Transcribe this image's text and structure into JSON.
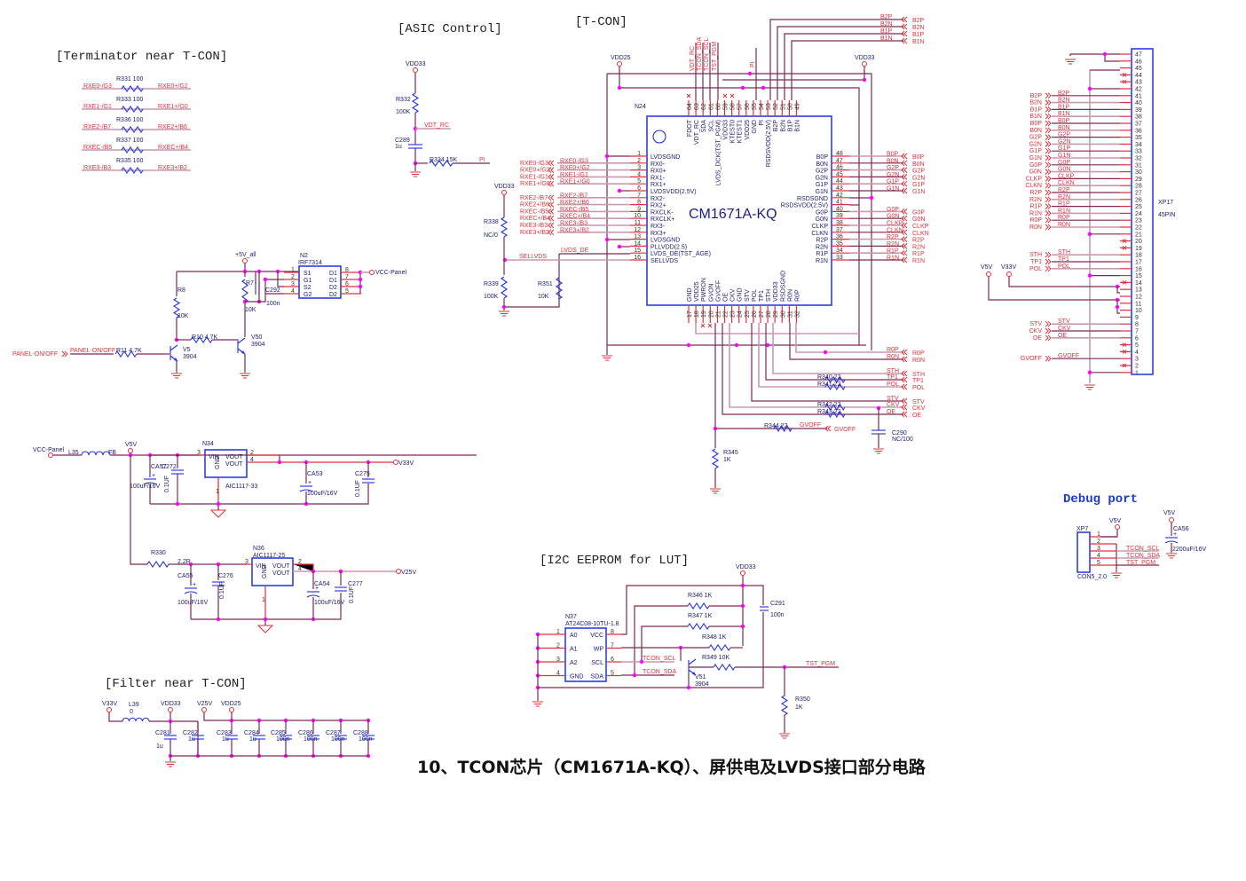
{
  "sections": {
    "terminator": "[Terminator near T-CON]",
    "asic": "[ASIC Control]",
    "tcon": "[T-CON]",
    "filter": "[Filter near T-CON]",
    "eeprom": "[I2C EEPROM for LUT]",
    "debug": "Debug port"
  },
  "caption": "10、TCON芯片（CM1671A-KQ）、屏供电及LVDS接口部分电路",
  "terminator": [
    {
      "ref": "R331",
      "val": "100",
      "left": "RXE0-/G3",
      "right": "RXE0+/G2"
    },
    {
      "ref": "R333",
      "val": "100",
      "left": "RXE1-/G1",
      "right": "RXE1+/G0"
    },
    {
      "ref": "R336",
      "val": "100",
      "left": "RXE2-/B7",
      "right": "RXE2+/B6"
    },
    {
      "ref": "R337",
      "val": "100",
      "left": "RXEC-/B5",
      "right": "RXEC+/B4"
    },
    {
      "ref": "R335",
      "val": "100",
      "left": "RXE3-/B3",
      "right": "RXE3+/B2"
    }
  ],
  "asic": {
    "rail": "VDD33",
    "r332": "R332",
    "r332v": "100K",
    "vdt": "VDT_RC",
    "c289": "C289",
    "c289v": "1u",
    "r334": "R334",
    "r334v": "15K",
    "pi": "PI"
  },
  "tcon": {
    "ref": "N24",
    "part": "CM1671A-KQ",
    "vdd25": "VDD25",
    "vdd33": "VDD33",
    "left_pins": [
      {
        "n": "1",
        "name": "LVDSGND",
        "net": ""
      },
      {
        "n": "2",
        "name": "RX0-",
        "net": "RXE0-/G3"
      },
      {
        "n": "3",
        "name": "RX0+",
        "net": "RXE0+/G2"
      },
      {
        "n": "4",
        "name": "RX1-",
        "net": "RXE1-/G1"
      },
      {
        "n": "5",
        "name": "RX1+",
        "net": "RXE1+/G0"
      },
      {
        "n": "6",
        "name": "LVDSVDD(2.5V)",
        "net": ""
      },
      {
        "n": "7",
        "name": "RX2-",
        "net": "RXE2-/B7"
      },
      {
        "n": "8",
        "name": "RX2+",
        "net": "RXE2+/B6"
      },
      {
        "n": "9",
        "name": "RXCLK-",
        "net": "RXEC-/B5"
      },
      {
        "n": "10",
        "name": "RXCLK+",
        "net": "RXEC+/B4"
      },
      {
        "n": "11",
        "name": "RX3-",
        "net": "RXE3-/B3"
      },
      {
        "n": "12",
        "name": "RX3+",
        "net": "RXE3+/B2"
      },
      {
        "n": "13",
        "name": "LVDSGND",
        "net": ""
      },
      {
        "n": "14",
        "name": "PLLVDD(2.5)",
        "net": ""
      },
      {
        "n": "15",
        "name": "LVDS_DE(TST_AGE)",
        "net": "LVDS_DE"
      },
      {
        "n": "16",
        "name": "SELLVDS",
        "net": "SELLVDS"
      }
    ],
    "right_pins": [
      {
        "n": "48",
        "name": "B0P",
        "net": "B0P"
      },
      {
        "n": "47",
        "name": "B0N",
        "net": "B0N"
      },
      {
        "n": "46",
        "name": "G2P",
        "net": "G2P"
      },
      {
        "n": "45",
        "name": "G2N",
        "net": "G2N"
      },
      {
        "n": "44",
        "name": "G1P",
        "net": "G1P"
      },
      {
        "n": "43",
        "name": "G1N",
        "net": "G1N"
      },
      {
        "n": "42",
        "name": "RSDSGND",
        "net": ""
      },
      {
        "n": "41",
        "name": "RSDSVDD(2.5V)",
        "net": ""
      },
      {
        "n": "40",
        "name": "G0P",
        "net": "G0P"
      },
      {
        "n": "39",
        "name": "G0N",
        "net": "G0N"
      },
      {
        "n": "38",
        "name": "CLKP",
        "net": "CLKP"
      },
      {
        "n": "37",
        "name": "CLKN",
        "net": "CLKN"
      },
      {
        "n": "36",
        "name": "R2P",
        "net": "R2P"
      },
      {
        "n": "35",
        "name": "R2N",
        "net": "R2N"
      },
      {
        "n": "34",
        "name": "R1P",
        "net": "R1P"
      },
      {
        "n": "33",
        "name": "R1N",
        "net": "R1N"
      }
    ],
    "top_pins": [
      {
        "n": "64",
        "name": "FDOT"
      },
      {
        "n": "63",
        "name": "VDT_RC"
      },
      {
        "n": "62",
        "name": "SDA"
      },
      {
        "n": "61",
        "name": "SCL"
      },
      {
        "n": "60",
        "name": "LVDS_DCK(TST_PGM)"
      },
      {
        "n": "59",
        "name": "VDD33"
      },
      {
        "n": "58",
        "name": "KTEST0"
      },
      {
        "n": "57",
        "name": "KTEST1"
      },
      {
        "n": "56",
        "name": "VDD25"
      },
      {
        "n": "55",
        "name": "GND"
      },
      {
        "n": "54",
        "name": "PI"
      },
      {
        "n": "53",
        "name": "RSDSVDD(2.5V)"
      },
      {
        "n": "52",
        "name": "B2P"
      },
      {
        "n": "51",
        "name": "B2N"
      },
      {
        "n": "50",
        "name": "B1P"
      },
      {
        "n": "49",
        "name": "B1N"
      }
    ],
    "top_nets": [
      "VDT_RC",
      "TCON_SDA",
      "TCON_SCL",
      "TST_PGM"
    ],
    "top_pi": "PI",
    "top_right_nets": [
      "B2P",
      "B2N",
      "B1P",
      "B1N"
    ],
    "bottom_pins": [
      {
        "n": "17",
        "name": "GND"
      },
      {
        "n": "18",
        "name": "VDD25"
      },
      {
        "n": "19",
        "name": "PWRON"
      },
      {
        "n": "20",
        "name": "GVON"
      },
      {
        "n": "21",
        "name": "GVOFF"
      },
      {
        "n": "22",
        "name": "OE"
      },
      {
        "n": "23",
        "name": "CKV"
      },
      {
        "n": "24",
        "name": "GND"
      },
      {
        "n": "25",
        "name": "STV"
      },
      {
        "n": "26",
        "name": "POL"
      },
      {
        "n": "27",
        "name": "TP1"
      },
      {
        "n": "28",
        "name": "STH"
      },
      {
        "n": "29",
        "name": "VDD33"
      },
      {
        "n": "30",
        "name": "RSDSGND"
      },
      {
        "n": "31",
        "name": "R0N"
      },
      {
        "n": "32",
        "name": "R0P"
      }
    ],
    "bottom_nets": [
      {
        "net": "R0P",
        "ref": "",
        "val": ""
      },
      {
        "net": "R0N",
        "ref": "",
        "val": ""
      },
      {
        "net": "STH",
        "ref": "",
        "val": ""
      },
      {
        "net": "TP1",
        "ref": "R340",
        "val": "22"
      },
      {
        "net": "POL",
        "ref": "R341",
        "val": "22"
      },
      {
        "net": "STV",
        "ref": "",
        "val": ""
      },
      {
        "net": "CKV",
        "ref": "R342",
        "val": "22"
      },
      {
        "net": "OE",
        "ref": "R343",
        "val": "22"
      }
    ],
    "gvoff": {
      "ref": "R344",
      "val": "22",
      "net": "GVOFF"
    },
    "r345": {
      "ref": "R345",
      "val": "1K"
    },
    "c290": {
      "ref": "C290",
      "val": "NC/100"
    },
    "sel": {
      "rail": "VDD33",
      "r338": "R338",
      "r338v": "NC/0",
      "r339": "R339",
      "r339v": "100K",
      "r351": "R351",
      "r351v": "10K"
    }
  },
  "xp17": {
    "ref": "XP17",
    "type": "45PIN",
    "pins": [
      "47",
      "46",
      "45",
      "44",
      "43",
      "42",
      "41",
      "40",
      "39",
      "38",
      "37",
      "36",
      "35",
      "34",
      "33",
      "32",
      "31",
      "30",
      "29",
      "28",
      "27",
      "26",
      "25",
      "24",
      "23",
      "22",
      "21",
      "20",
      "19",
      "18",
      "17",
      "16",
      "15",
      "14",
      "13",
      "12",
      "11",
      "10",
      "9",
      "8",
      "7",
      "6",
      "5",
      "4",
      "3",
      "2",
      "1"
    ],
    "nets": [
      {
        "pin": "41",
        "net": "B2P"
      },
      {
        "pin": "40",
        "net": "B2N"
      },
      {
        "pin": "39",
        "net": "B1P"
      },
      {
        "pin": "38",
        "net": "B1N"
      },
      {
        "pin": "37",
        "net": "B0P"
      },
      {
        "pin": "36",
        "net": "B0N"
      },
      {
        "pin": "35",
        "net": "G2P"
      },
      {
        "pin": "34",
        "net": "G2N"
      },
      {
        "pin": "33",
        "net": "G1P"
      },
      {
        "pin": "32",
        "net": "G1N"
      },
      {
        "pin": "31",
        "net": "G0P"
      },
      {
        "pin": "30",
        "net": "G0N"
      },
      {
        "pin": "29",
        "net": "CLKP"
      },
      {
        "pin": "28",
        "net": "CLKN"
      },
      {
        "pin": "27",
        "net": "R2P"
      },
      {
        "pin": "26",
        "net": "R2N"
      },
      {
        "pin": "25",
        "net": "R1P"
      },
      {
        "pin": "24",
        "net": "R1N"
      },
      {
        "pin": "23",
        "net": "R0P"
      },
      {
        "pin": "22",
        "net": "R0N"
      },
      {
        "pin": "18",
        "net": "STH"
      },
      {
        "pin": "17",
        "net": "TP1"
      },
      {
        "pin": "16",
        "net": "POL"
      },
      {
        "pin": "8",
        "net": "STV"
      },
      {
        "pin": "7",
        "net": "CKV"
      },
      {
        "pin": "6",
        "net": "OE"
      },
      {
        "pin": "3",
        "net": "GVOFF"
      }
    ],
    "v5": "V5V",
    "v33": "V33V"
  },
  "switch": {
    "rail": "+5V_all",
    "n2": "N2",
    "n2part": "IRF7314",
    "vccpanel": "VCC-Panel",
    "left_pins": [
      {
        "n": "1",
        "name": "S1"
      },
      {
        "n": "2",
        "name": "G1"
      },
      {
        "n": "3",
        "name": "S2"
      },
      {
        "n": "4",
        "name": "G2"
      }
    ],
    "right_pins": [
      {
        "n": "8",
        "name": "D1"
      },
      {
        "n": "7",
        "name": "D1"
      },
      {
        "n": "6",
        "name": "D2"
      },
      {
        "n": "5",
        "name": "D2"
      }
    ],
    "r8": "R8",
    "r8v": "10K",
    "r7": "R7",
    "r7v": "10K",
    "c292": "C292",
    "c292v": "100n",
    "r10": "R10",
    "r10v": "4.7K",
    "r11": "R11",
    "r11v": "4.7K",
    "v5": "V5",
    "v5p": "3904",
    "v50": "V50",
    "v50p": "3904",
    "input": "PANEL-ON/OFF"
  },
  "power": {
    "vccpanel": "VCC-Panel",
    "l35": "L35",
    "fb": "FB",
    "v5v": "V5V",
    "ca57": "CA57",
    "ca57v": "100uF/16V",
    "c272": "C272",
    "c272v": "0.1UF",
    "n34": "N34",
    "n34part": "AIC1117-33",
    "vin": "VIN",
    "vout": "VOUT",
    "gnd": "GND",
    "ca53": "CA53",
    "ca53v": "100uF/16V",
    "c275": "C275",
    "c275v": "0.1UF",
    "v33v": "V33V",
    "r330": "R330",
    "r330v": "2.2R",
    "ca55": "CA55",
    "ca55v": "100uF/16V",
    "c276": "C276",
    "c276v": "0.1UF",
    "n36": "N36",
    "n36part": "AIC1117-25",
    "ca54": "CA54",
    "ca54v": "100uF/16V",
    "c277": "C277",
    "c277v": "0.1UF",
    "v25v": "V25V"
  },
  "filter": {
    "v33v": "V33V",
    "l39": "L39",
    "l39v": "0",
    "vdd33": "VDD33",
    "v25v": "V25V",
    "vdd25": "VDD25",
    "caps": [
      {
        "ref": "C281",
        "val": "1u"
      },
      {
        "ref": "C282",
        "val": "1u"
      },
      {
        "ref": "C283",
        "val": "1u"
      },
      {
        "ref": "C284",
        "val": "1u"
      },
      {
        "ref": "C285",
        "val": "100n"
      },
      {
        "ref": "C286",
        "val": "100n"
      },
      {
        "ref": "C287",
        "val": "100n"
      },
      {
        "ref": "C288",
        "val": "100n"
      }
    ]
  },
  "eeprom": {
    "rail": "VDD33",
    "ref": "N37",
    "part": "AT24C08-10TU-1.8",
    "left_pins": [
      {
        "n": "1",
        "name": "A0"
      },
      {
        "n": "2",
        "name": "A1"
      },
      {
        "n": "3",
        "name": "A2"
      },
      {
        "n": "4",
        "name": "GND"
      }
    ],
    "right_pins": [
      {
        "n": "8",
        "name": "VCC"
      },
      {
        "n": "7",
        "name": "WP"
      },
      {
        "n": "6",
        "name": "SCL"
      },
      {
        "n": "5",
        "name": "SDA"
      }
    ],
    "r346": "R346",
    "r346v": "1K",
    "r347": "R347",
    "r347v": "1K",
    "r348": "R348",
    "r348v": "1K",
    "r349": "R349",
    "r349v": "10K",
    "r350": "R350",
    "r350v": "1K",
    "c291": "C291",
    "c291v": "100n",
    "v51": "V51",
    "v51p": "3904",
    "scl": "TCON_SCL",
    "sda": "TCON_SDA",
    "tst": "TST_PGM"
  },
  "debug": {
    "ref": "XP7",
    "type": "CON5_2.0",
    "v5": "V5V",
    "ca56": "CA56",
    "ca56v": "2200uF/16V",
    "pins": [
      "1",
      "2",
      "3",
      "4",
      "5"
    ],
    "nets": [
      "TCON_SCL",
      "TCON_SDA",
      "TST_PGM"
    ]
  }
}
